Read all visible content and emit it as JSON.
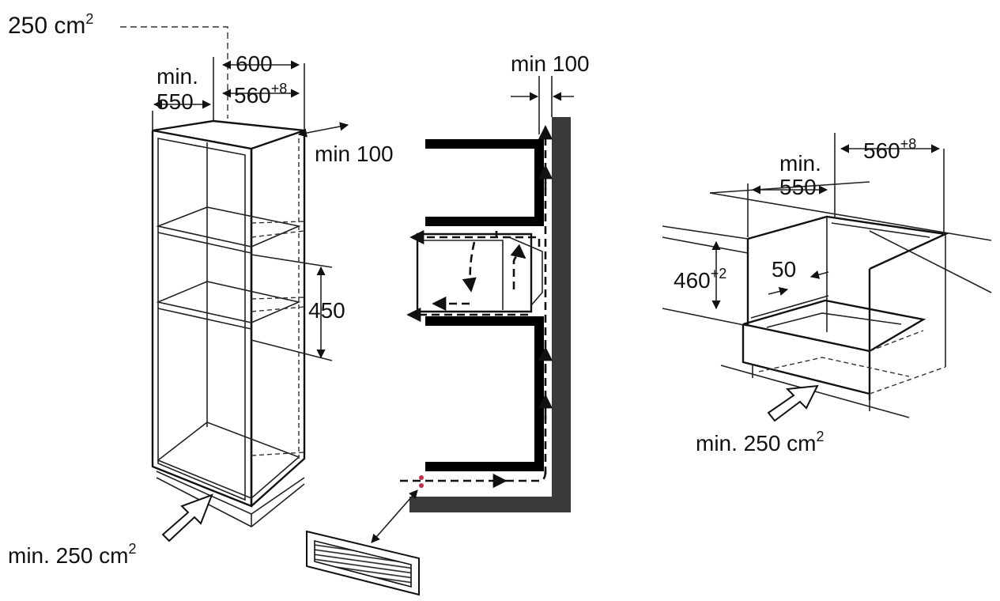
{
  "colors": {
    "line": "#111111",
    "wall": "#3a3a3a",
    "panel": "#000000",
    "accent_marker": "#c0304a"
  },
  "left_cabinet": {
    "top_vent": "250 cm",
    "top_vent_exp": "2",
    "width_outer": "600",
    "width_inner": "560",
    "width_inner_tol": "+8",
    "depth_min_label": "min.",
    "depth_min_value": "550",
    "rear_gap": "min 100",
    "niche_height": "450",
    "bottom_vent": "min. 250 cm",
    "bottom_vent_exp": "2"
  },
  "section_view": {
    "rear_gap_top": "min 100"
  },
  "right_cabinet": {
    "width_inner": "560",
    "width_inner_tol": "+8",
    "depth_min_label": "min.",
    "depth_min_value": "550",
    "height": "460",
    "height_tol": "+2",
    "front_gap": "50",
    "bottom_vent": "min. 250 cm",
    "bottom_vent_exp": "2"
  }
}
